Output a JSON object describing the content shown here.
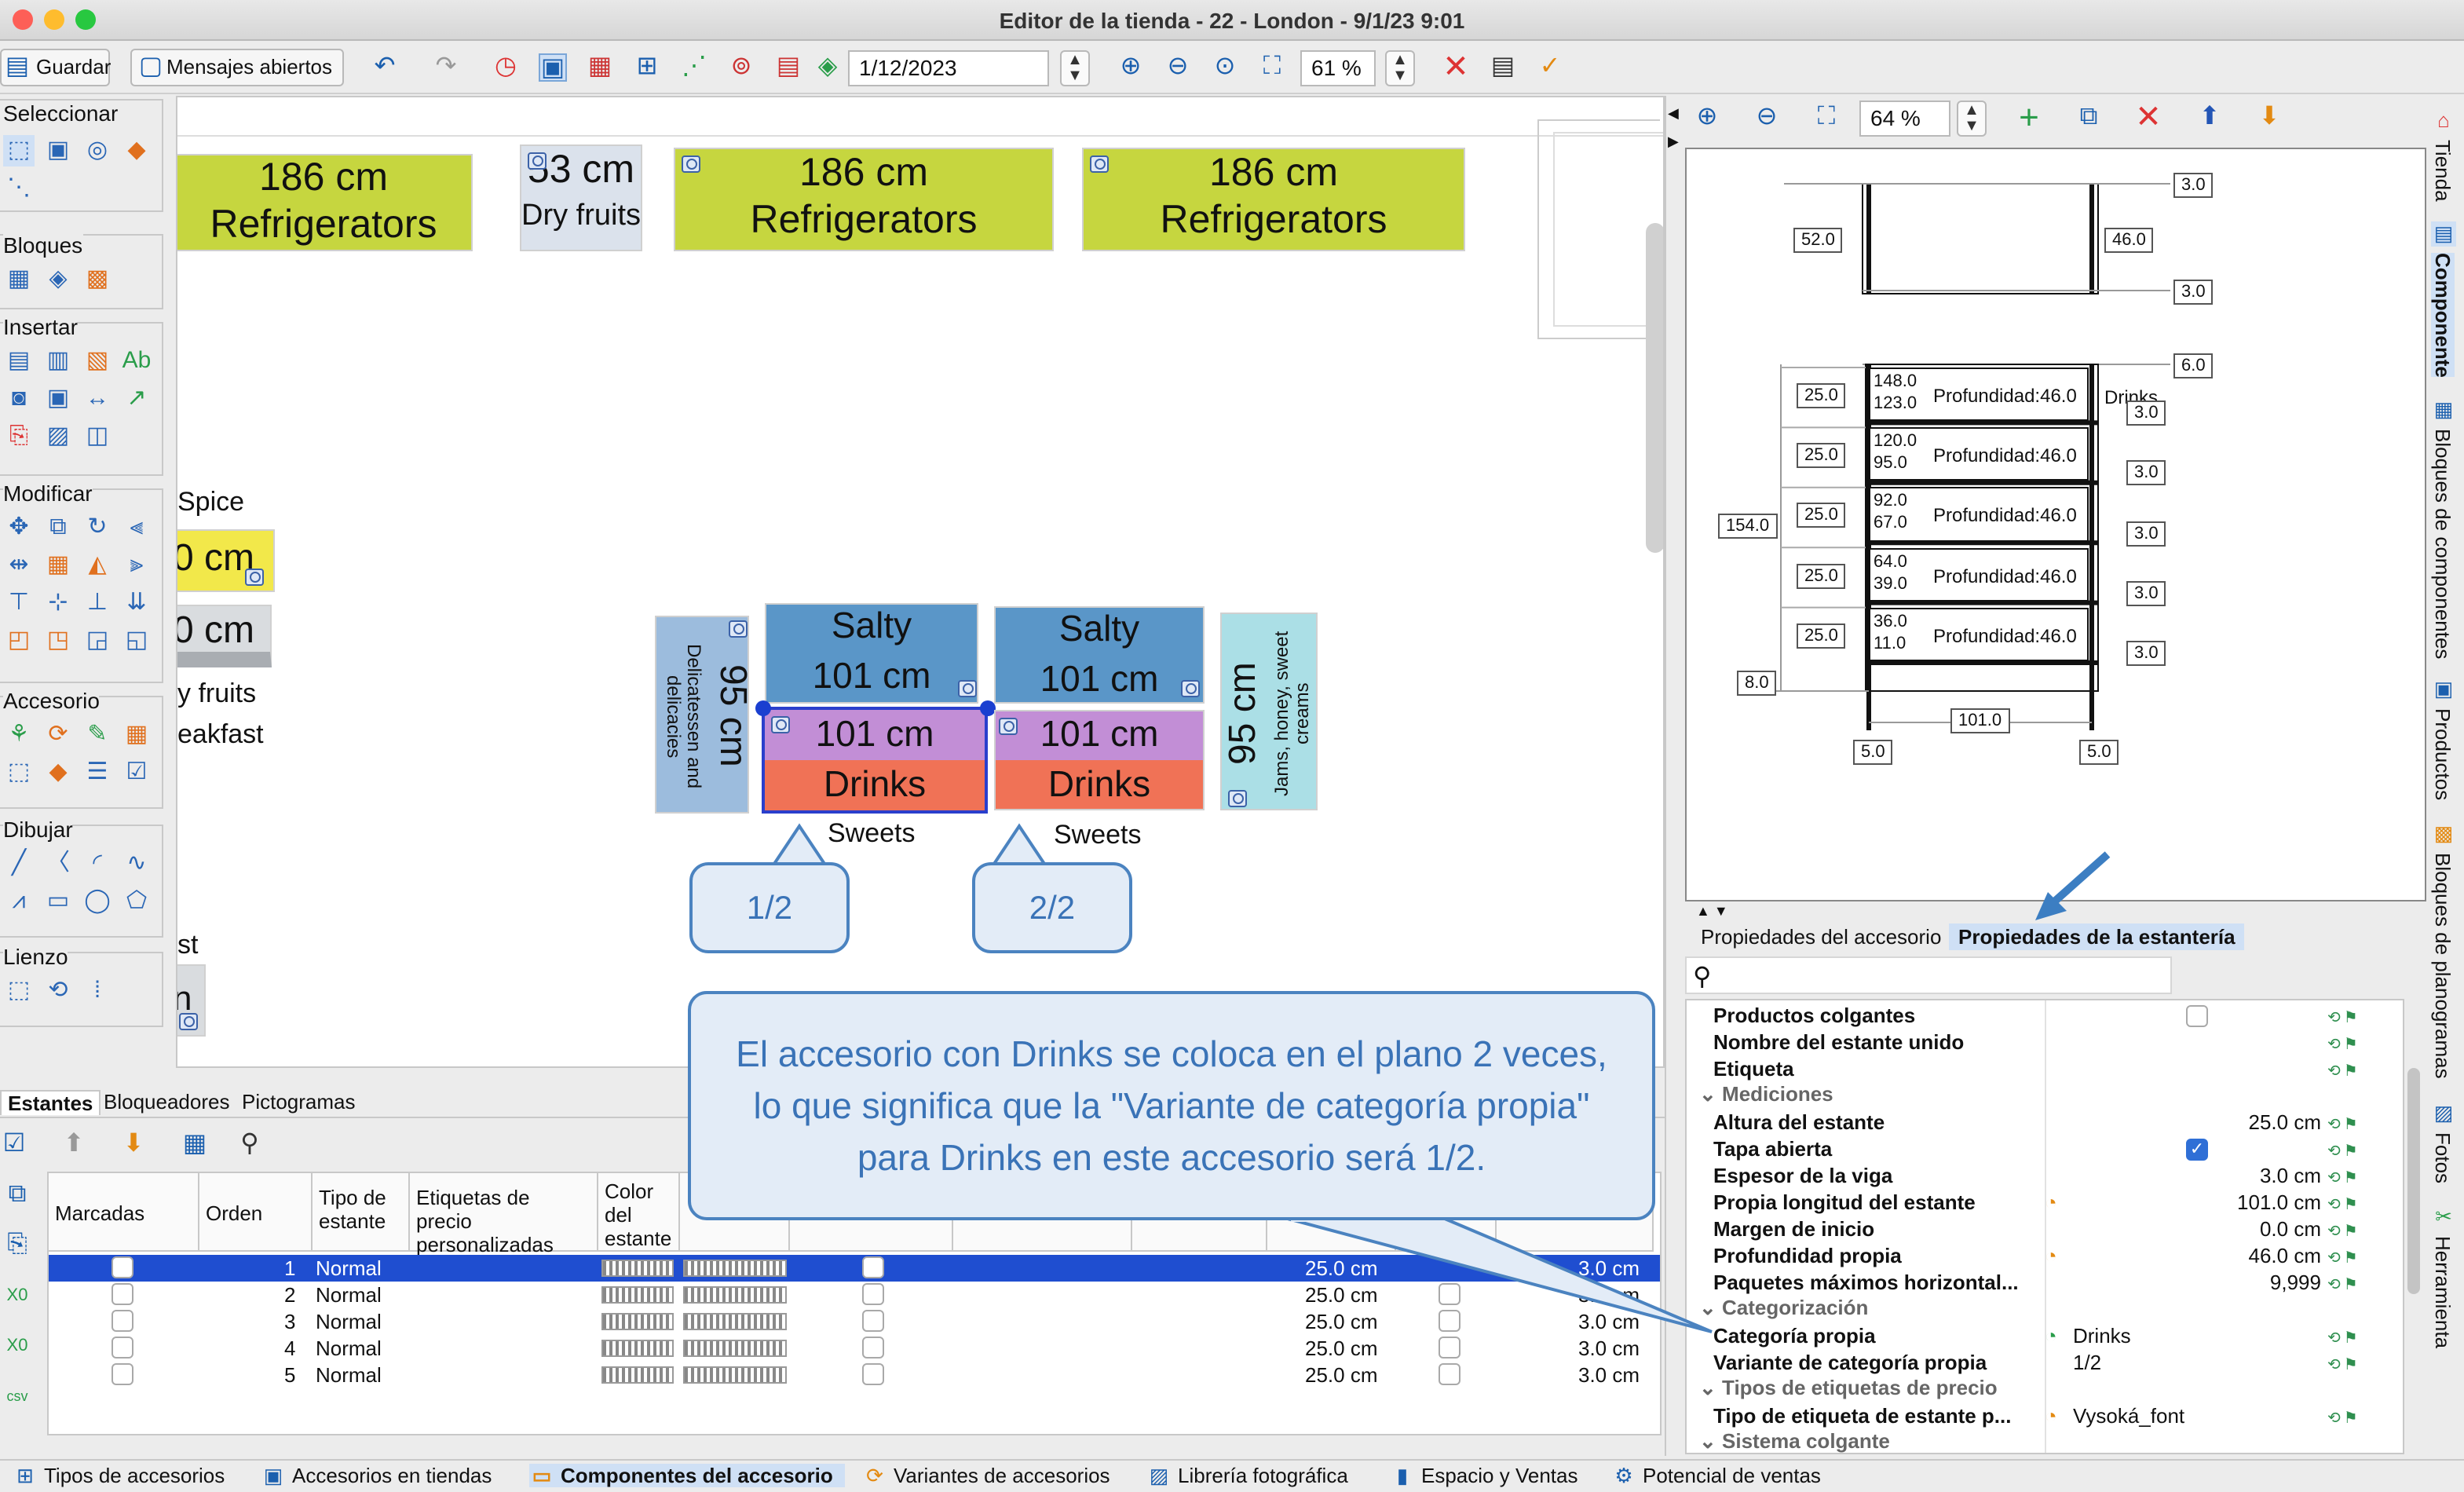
{
  "window": {
    "title": "Editor de la tienda - 22 - London - 9/1/23 9:01"
  },
  "toolbar": {
    "save": "Guardar",
    "messages": "Mensajes abiertos",
    "date": "1/12/2023",
    "zoom": "61 %"
  },
  "palette": {
    "seleccionar": "Seleccionar",
    "bloques": "Bloques",
    "insertar": "Insertar",
    "modificar": "Modificar",
    "accesorio": "Accesorio",
    "dibujar": "Dibujar",
    "lienzo": "Lienzo"
  },
  "canvas": {
    "top_blocks": [
      {
        "size": "186 cm",
        "label": "Refrigerators"
      },
      {
        "size": "53 cm",
        "label": "Dry fruits"
      },
      {
        "size": "186 cm",
        "label": "Refrigerators"
      },
      {
        "size": "186 cm",
        "label": "Refrigerators"
      }
    ],
    "left_fragments": [
      "Spice",
      "0 cm",
      "0 cm",
      "y fruits",
      "eakfast",
      "st",
      "n"
    ],
    "center": {
      "left_side_size": "95 cm",
      "left_side_label": "Delicatessen and delicacies",
      "salty1_label": "Salty",
      "salty1_size": "101 cm",
      "salty2_label": "Salty",
      "salty2_size": "101 cm",
      "drinks1_size": "101 cm",
      "drinks1_label": "Drinks",
      "drinks2_size": "101 cm",
      "drinks2_label": "Drinks",
      "sweets1": "Sweets",
      "sweets2": "Sweets",
      "right_side_size": "95 cm",
      "right_side_label": "Jams, honey, sweet creams"
    },
    "bubble1": "1/2",
    "bubble2": "2/2",
    "note": "El accesorio con Drinks se coloca en el plano 2 veces, lo que significa que la \"Variante de categoría propia\" para Drinks en este accesorio será 1/2."
  },
  "bottom_tabs": [
    "Estantes",
    "Bloqueadores",
    "Pictogramas"
  ],
  "table": {
    "headers": [
      "Marcadas",
      "Orden",
      "Tipo de estante",
      "Etiquetas de precio personalizadas",
      "Color del estante"
    ],
    "rows": [
      {
        "order": "1",
        "type": "Normal",
        "height": "25.0 cm",
        "thick": "3.0 cm"
      },
      {
        "order": "2",
        "type": "Normal",
        "height": "25.0 cm",
        "thick": "3.0 cm"
      },
      {
        "order": "3",
        "type": "Normal",
        "height": "25.0 cm",
        "thick": "3.0 cm"
      },
      {
        "order": "4",
        "type": "Normal",
        "height": "25.0 cm",
        "thick": "3.0 cm"
      },
      {
        "order": "5",
        "type": "Normal",
        "height": "25.0 cm",
        "thick": "3.0 cm"
      }
    ]
  },
  "status_tabs": [
    "Tipos de accesorios",
    "Accesorios en tiendas",
    "Componentes del accesorio",
    "Variantes de accesorios",
    "Librería fotográfica",
    "Espacio y Ventas",
    "Potencial de ventas"
  ],
  "right": {
    "zoom": "64 %",
    "drawing": {
      "top_dims": {
        "top": "3.0",
        "left": "52.0",
        "right": "46.0",
        "bottom": "3.0"
      },
      "d6": "6.0",
      "d154": "154.0",
      "d8": "8.0",
      "d101": "101.0",
      "d5a": "5.0",
      "d5b": "5.0",
      "drinks": "Drinks",
      "shelves": [
        {
          "hi": "148.0",
          "lo": "123.0",
          "depth": "Profundidad:46.0",
          "h": "25.0",
          "t": "3.0"
        },
        {
          "hi": "120.0",
          "lo": "95.0",
          "depth": "Profundidad:46.0",
          "h": "25.0",
          "t": "3.0"
        },
        {
          "hi": "92.0",
          "lo": "67.0",
          "depth": "Profundidad:46.0",
          "h": "25.0",
          "t": "3.0"
        },
        {
          "hi": "64.0",
          "lo": "39.0",
          "depth": "Profundidad:46.0",
          "h": "25.0",
          "t": "3.0"
        },
        {
          "hi": "36.0",
          "lo": "11.0",
          "depth": "Profundidad:46.0",
          "h": "25.0",
          "t": "3.0"
        }
      ]
    },
    "tab1": "Propiedades del accesorio",
    "tab2": "Propiedades de la estantería",
    "props": {
      "r1": "Productos colgantes",
      "r2": "Nombre del estante unido",
      "r3": "Etiqueta",
      "s1": "Mediciones",
      "r4": "Altura del estante",
      "v4": "25.0 cm",
      "r5": "Tapa abierta",
      "r6": "Espesor de la viga",
      "v6": "3.0 cm",
      "r7": "Propia longitud del estante",
      "v7": "101.0 cm",
      "r8": "Margen de inicio",
      "v8": "0.0 cm",
      "r9": "Profundidad propia",
      "v9": "46.0 cm",
      "r10": "Paquetes máximos horizontal...",
      "v10": "9,999",
      "s2": "Categorización",
      "r11": "Categoría propia",
      "v11": "Drinks",
      "r12": "Variante de categoría propia",
      "v12": "1/2",
      "s3": "Tipos de etiquetas de precio",
      "r13": "Tipo de etiqueta de estante p...",
      "v13": "Vysoká_font",
      "s4": "Sistema colgante"
    }
  },
  "vtabs": [
    "Tienda",
    "Componente",
    "Bloques de componentes",
    "Productos",
    "Bloques de planogramas",
    "Fotos",
    "Herramienta"
  ]
}
